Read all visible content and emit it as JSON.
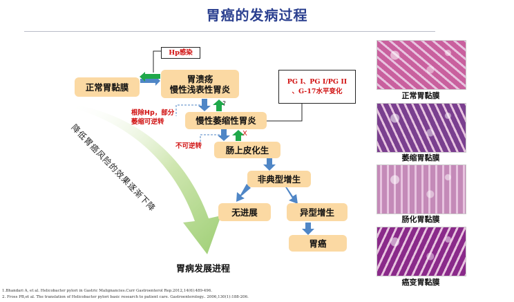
{
  "title": "胃癌的发病过程",
  "nodes": {
    "normal": "正常胃黏膜",
    "ulcer_line1": "胃溃疡",
    "ulcer_line2": "慢性浅表性胃炎",
    "atrophic": "慢性萎缩性胃炎",
    "intestinal": "肠上皮化生",
    "atypical": "非典型增生",
    "no_progress": "无进展",
    "dysplasia": "异型增生",
    "cancer": "胃癌"
  },
  "callouts": {
    "hp": "Hp感染",
    "pg_line1": "PG I、PG I/PG II",
    "pg_line2": "、G-17水平变化"
  },
  "notes": {
    "eradicate_line1": "根除Hp，部分",
    "eradicate_line2": "萎缩可逆转",
    "irreversible": "不可逆转",
    "question_mark": "?",
    "cross_mark": "X"
  },
  "side_text": "降低胃癌风险的效果逐渐下降",
  "bottom_label": "胃病发展进程",
  "micrographs": [
    {
      "label": "正常胃黏膜",
      "color": "#c9609e"
    },
    {
      "label": "萎缩胃黏膜",
      "color": "#7a3f8f"
    },
    {
      "label": "肠化胃黏膜",
      "color": "#c48ab8"
    },
    {
      "label": "癌变胃黏膜",
      "color": "#8a2a8a"
    }
  ],
  "references": [
    "1.Bhandari A, et al. Helicobacter pylori in Gastric Malignancies.Curr Gastroenterol Rep.2012,14(6):489-496.",
    "2. Fross PB,et al. The translation of Helicobacter pylori basic research to patient care. Gastroenterology.. 2006,130(1):188-206."
  ],
  "colors": {
    "box_fill": "#fbd9a3",
    "blue_arrow": "#4f86c6",
    "green_arrow": "#1fa84a",
    "red_text": "#d01010",
    "title": "#2a3f8f"
  }
}
